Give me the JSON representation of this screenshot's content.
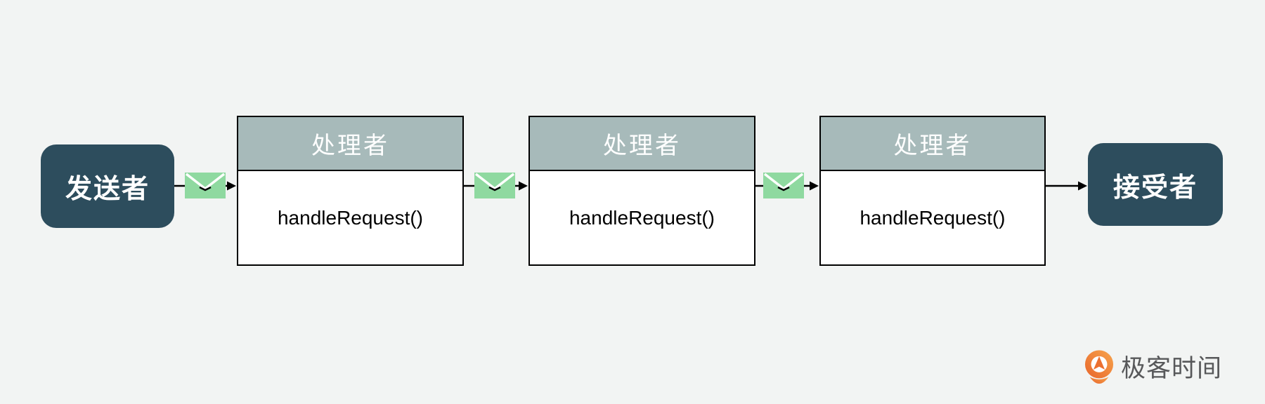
{
  "diagram": {
    "sender": {
      "label": "发送者"
    },
    "receiver": {
      "label": "接受者"
    },
    "handlers": [
      {
        "title": "处理者",
        "method": "handleRequest()"
      },
      {
        "title": "处理者",
        "method": "handleRequest()"
      },
      {
        "title": "处理者",
        "method": "handleRequest()"
      }
    ],
    "colors": {
      "background": "#f2f4f3",
      "endpoint_fill": "#2d4d5d",
      "handler_header_fill": "#a7baba",
      "handler_body_fill": "#ffffff",
      "envelope_fill": "#8fd9a0",
      "line": "#000000"
    }
  },
  "watermark": {
    "brand": "极客时间",
    "icon": "geektime-logo",
    "icon_color": "#ec7030",
    "text_color": "#57585a"
  }
}
